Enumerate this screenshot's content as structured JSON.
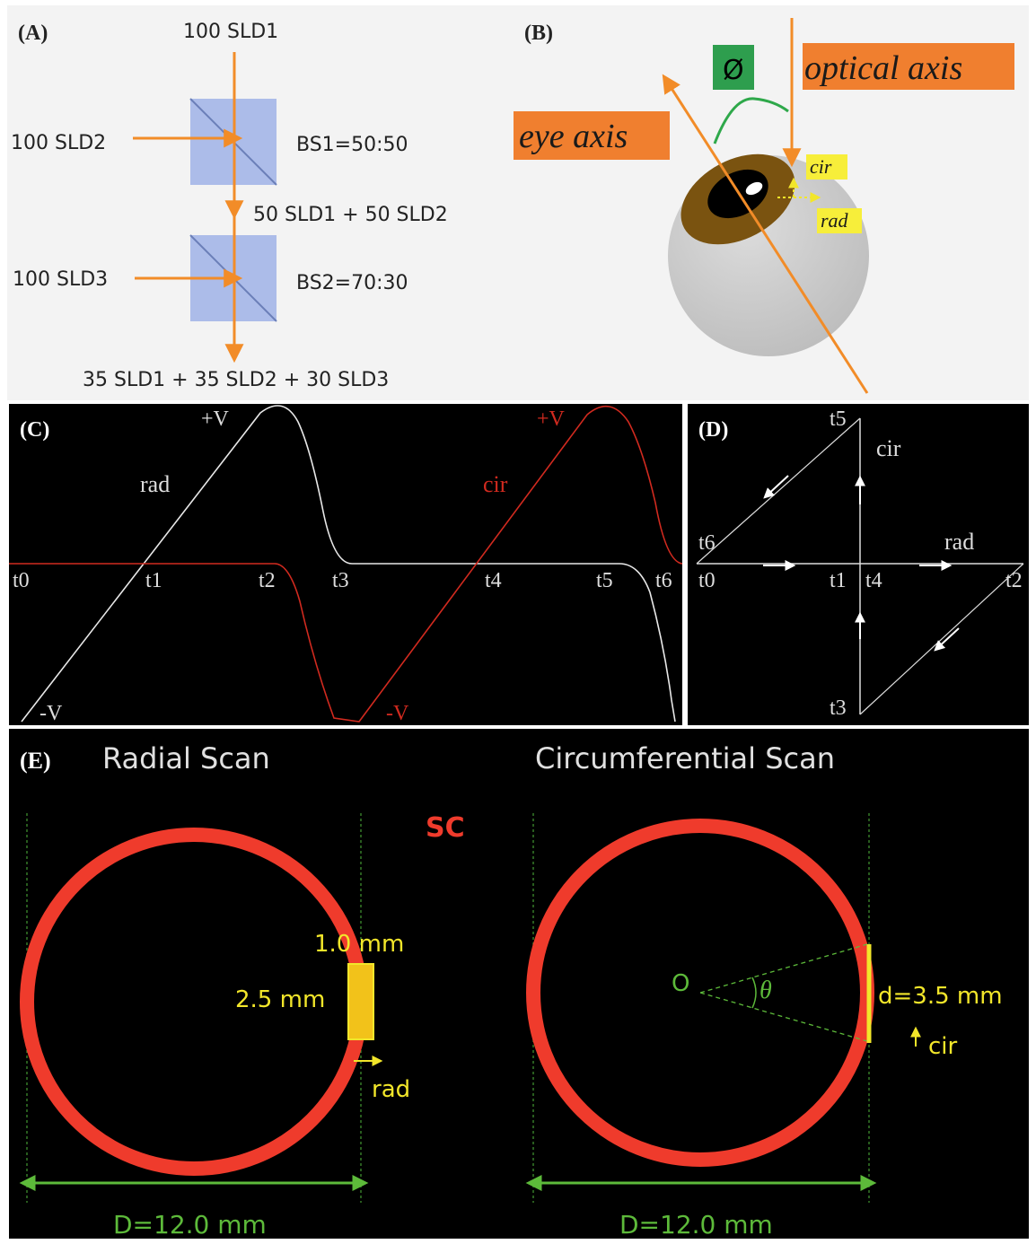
{
  "colors": {
    "orange": "#f28c28",
    "orange_label": "#f07f2f",
    "beamsplitter": "#9fb2e6",
    "green_label": "#2e9e4e",
    "yellow": "#f2e62a",
    "red_ring": "#ef3b2c",
    "green_dim": "#5dba3a",
    "trace_white": "#e8e8e8",
    "trace_red": "#d12a1f",
    "panel_dark": "#000000",
    "panel_light": "#f3f3f3"
  },
  "panelA": {
    "label": "(A)",
    "sld1_in": "100 SLD1",
    "sld2_in": "100 SLD2",
    "bs1": "BS1=50:50",
    "mix1": "50 SLD1 + 50 SLD2",
    "sld3_in": "100 SLD3",
    "bs2": "BS2=70:30",
    "output": "35 SLD1 + 35 SLD2 + 30 SLD3"
  },
  "panelB": {
    "label": "(B)",
    "phi": "Ø",
    "optical_axis": "optical axis",
    "eye_axis": "eye axis",
    "cir": "cir",
    "rad": "rad"
  },
  "panelC": {
    "label": "(C)",
    "plus_v_1": "+V",
    "plus_v_2": "+V",
    "minus_v_1": "-V",
    "minus_v_2": "-V",
    "rad": "rad",
    "cir": "cir",
    "ticks": [
      "t0",
      "t1",
      "t2",
      "t3",
      "t4",
      "t5",
      "t6"
    ]
  },
  "panelD": {
    "label": "(D)",
    "cir": "cir",
    "rad": "rad",
    "t5": "t5",
    "t6": "t6",
    "t0": "t0",
    "t1": "t1",
    "t4": "t4",
    "t2": "t2",
    "t3": "t3"
  },
  "panelE": {
    "label": "(E)",
    "radial_title": "Radial Scan",
    "circ_title": "Circumferential Scan",
    "sc": "SC",
    "width_label": "1.0 mm",
    "height_label": "2.5 mm",
    "rad": "rad",
    "diameter_left": "D=12.0 mm",
    "diameter_right": "D=12.0 mm",
    "origin": "O",
    "theta": "θ",
    "arc_d": "d=3.5 mm",
    "cir": "cir"
  }
}
